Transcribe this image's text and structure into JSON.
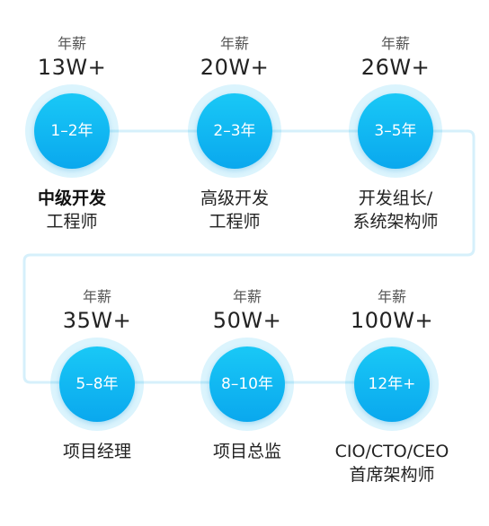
{
  "colors": {
    "accent": "#12baf3",
    "connector": "#d6f0fb",
    "text": "#222222"
  },
  "nodes": [
    {
      "caption": "年薪",
      "salary": "13W+",
      "years": "1–2年",
      "title_lines": [
        "中级开发",
        "工程师"
      ]
    },
    {
      "caption": "年薪",
      "salary": "20W+",
      "years": "2–3年",
      "title_lines": [
        "高级开发",
        "工程师"
      ]
    },
    {
      "caption": "年薪",
      "salary": "26W+",
      "years": "3–5年",
      "title_lines": [
        "开发组长/",
        "系统架构师"
      ]
    },
    {
      "caption": "年薪",
      "salary": "35W+",
      "years": "5–8年",
      "title_lines": [
        "项目经理"
      ]
    },
    {
      "caption": "年薪",
      "salary": "50W+",
      "years": "8–10年",
      "title_lines": [
        "项目总监"
      ]
    },
    {
      "caption": "年薪",
      "salary": "100W+",
      "years": "12年+",
      "title_lines": [
        "CIO/CTO/CEO",
        "首席架构师"
      ]
    }
  ]
}
